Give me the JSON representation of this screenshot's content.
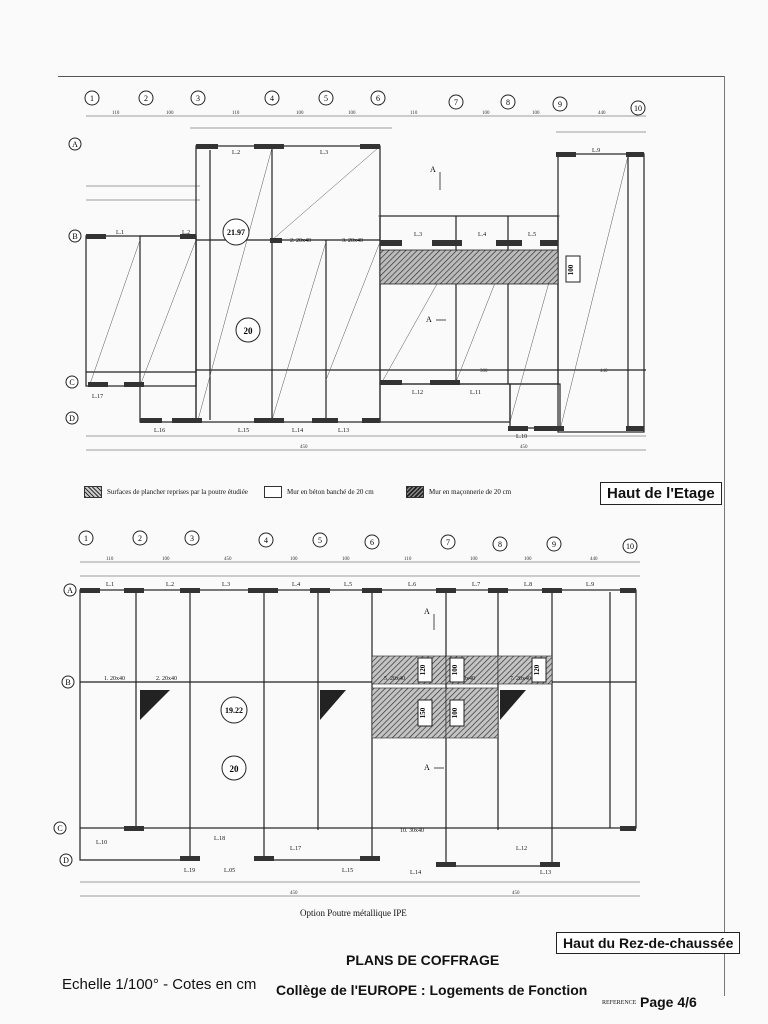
{
  "top_plan": {
    "grid_columns": [
      "1",
      "2",
      "3",
      "4",
      "5",
      "6",
      "7",
      "8",
      "9",
      "10"
    ],
    "grid_rows": [
      "A",
      "B",
      "C",
      "D"
    ],
    "panel_marks": [
      "21.97",
      "20"
    ],
    "wall_mark": "100",
    "section_marks": [
      "A",
      "A"
    ],
    "title": "Haut de l'Etage"
  },
  "legend": {
    "hatched": "Surfaces de plancher reprises par la poutre étudiée",
    "concrete": "Mur en béton banché de 20 cm",
    "masonry": "Mur en maçonnerie de 20 cm"
  },
  "bottom_plan": {
    "grid_columns": [
      "1",
      "2",
      "3",
      "4",
      "5",
      "6",
      "7",
      "8",
      "9",
      "10"
    ],
    "grid_rows": [
      "A",
      "B",
      "C",
      "D"
    ],
    "panel_marks": [
      "19.22",
      "20"
    ],
    "hatched_marks": [
      "120",
      "100",
      "120",
      "150",
      "100"
    ],
    "section_marks": [
      "A",
      "A"
    ],
    "caption": "Option Poutre métallique IPE",
    "title": "Haut du Rez-de-chaussée"
  },
  "title_block": {
    "title": "PLANS DE COFFRAGE",
    "project": "Collège de l'EUROPE : Logements de Fonction",
    "scale": "Echelle 1/100° - Cotes en cm",
    "reference": "REFERENCE",
    "page": "Page 4/6"
  },
  "colors": {
    "line": "#222222",
    "paper": "#fafafa",
    "hatch": "#555555"
  }
}
